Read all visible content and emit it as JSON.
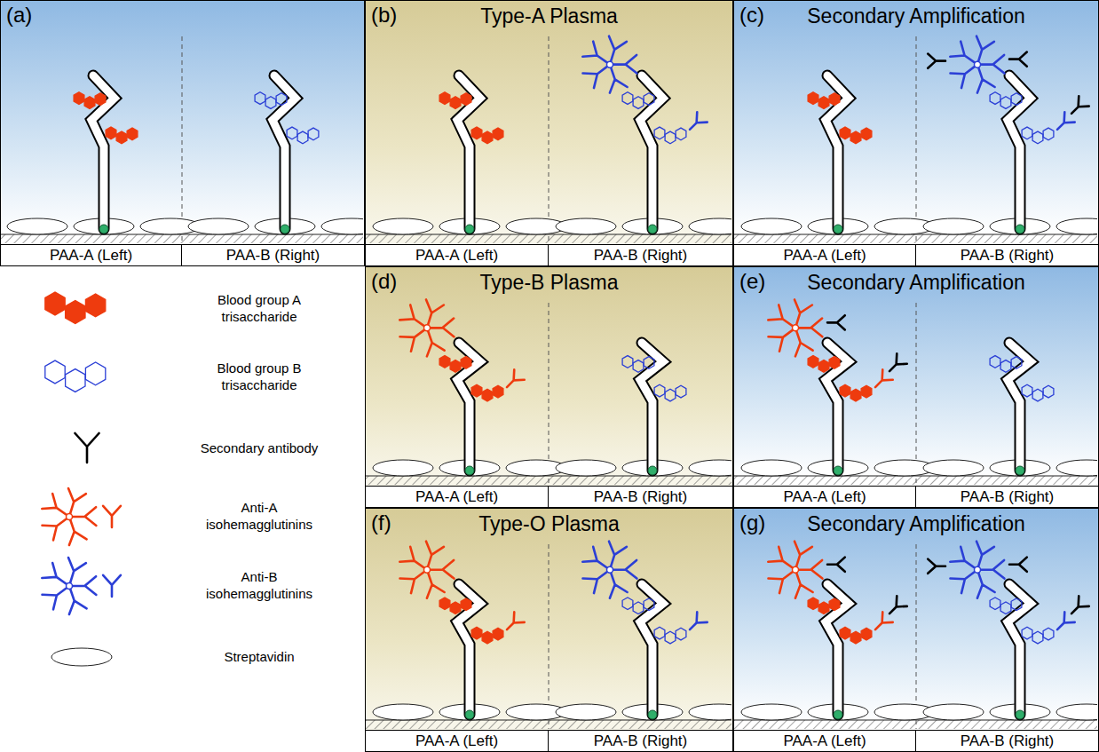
{
  "diagram": {
    "nodes": [
      {
        "text": [
          "(a)"
        ]
      },
      {
        "text": [
          "PAA-A (Left)"
        ],
        "in": 0
      },
      {
        "text": [
          "PAA-B (Right)"
        ],
        "in": 0
      },
      {
        "text": [
          "(b)",
          "Type-A Plasma"
        ]
      },
      {
        "text": [
          "PAA-A (Left)"
        ],
        "in": 3
      },
      {
        "text": [
          "PAA-B (Right)"
        ],
        "in": 3
      },
      {
        "text": [
          "(c)",
          "Secondary Amplification"
        ]
      },
      {
        "text": [
          "PAA-A (Left)"
        ],
        "in": 6
      },
      {
        "text": [
          "PAA-B (Right)"
        ],
        "in": 6
      },
      {
        "text": [
          "(d)",
          "Type-B Plasma"
        ]
      },
      {
        "text": [
          "PAA-A (Left)"
        ],
        "in": 9
      },
      {
        "text": [
          "PAA-B (Right)"
        ],
        "in": 9
      },
      {
        "text": [
          "(e)",
          "Secondary Amplification"
        ]
      },
      {
        "text": [
          "PAA-A (Left)"
        ],
        "in": 12
      },
      {
        "text": [
          "PAA-B (Right)"
        ],
        "in": 12
      },
      {
        "text": [
          "(f)",
          "Type-O Plasma"
        ]
      },
      {
        "text": [
          "PAA-A (Left)"
        ],
        "in": 15
      },
      {
        "text": [
          "PAA-B (Right)"
        ],
        "in": 15
      },
      {
        "text": [
          "(g)",
          "Secondary Amplification"
        ]
      },
      {
        "text": [
          "PAA-A (Left)"
        ],
        "in": 18
      },
      {
        "text": [
          "PAA-B (Right)"
        ],
        "in": 18
      }
    ],
    "legend": [
      {
        "text": "Blood group A trisaccharide"
      },
      {
        "text": "Blood group B trisaccharide"
      },
      {
        "text": "Secondary antibody"
      },
      {
        "text": "Anti-A isohemagglutinins"
      },
      {
        "text": "Anti-B isohemagglutinins"
      },
      {
        "text": "Streptavidin"
      }
    ]
  }
}
